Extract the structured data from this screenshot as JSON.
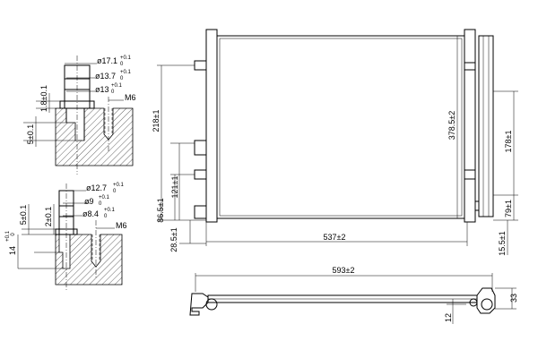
{
  "detail_top": {
    "d1": "ø17.1",
    "d1_tol": [
      "+0.1",
      "0"
    ],
    "d2": "ø13.7",
    "d2_tol": [
      "+0.1",
      "0"
    ],
    "d3": "ø13",
    "d3_tol": [
      "+0.1",
      "0"
    ],
    "thread": "M6",
    "depth1": "1.8±0.1",
    "depth2": "5±0.1"
  },
  "detail_bottom": {
    "d1": "ø12.7",
    "d1_tol": [
      "+0.1",
      "0"
    ],
    "d2": "ø9",
    "d2_tol": [
      "+0.1",
      "0"
    ],
    "d3": "ø8.4",
    "d3_tol": [
      "+0.1",
      "0"
    ],
    "thread": "M6",
    "depth1": "5±0.1",
    "depth2": "2±0.1",
    "depth3": "14",
    "depth3_tol": [
      "+0.1",
      "0"
    ]
  },
  "front_view": {
    "dim_218": "218±1",
    "dim_121": "121±1",
    "dim_865": "86.5±1",
    "dim_285": "28.5±1",
    "dim_537": "537±2",
    "dim_3785": "378.5±2",
    "dim_178": "178±1",
    "dim_79": "79±1",
    "dim_155": "15.5±1"
  },
  "bottom_view": {
    "dim_593": "593±2",
    "dim_33": "33",
    "dim_12": "12"
  }
}
